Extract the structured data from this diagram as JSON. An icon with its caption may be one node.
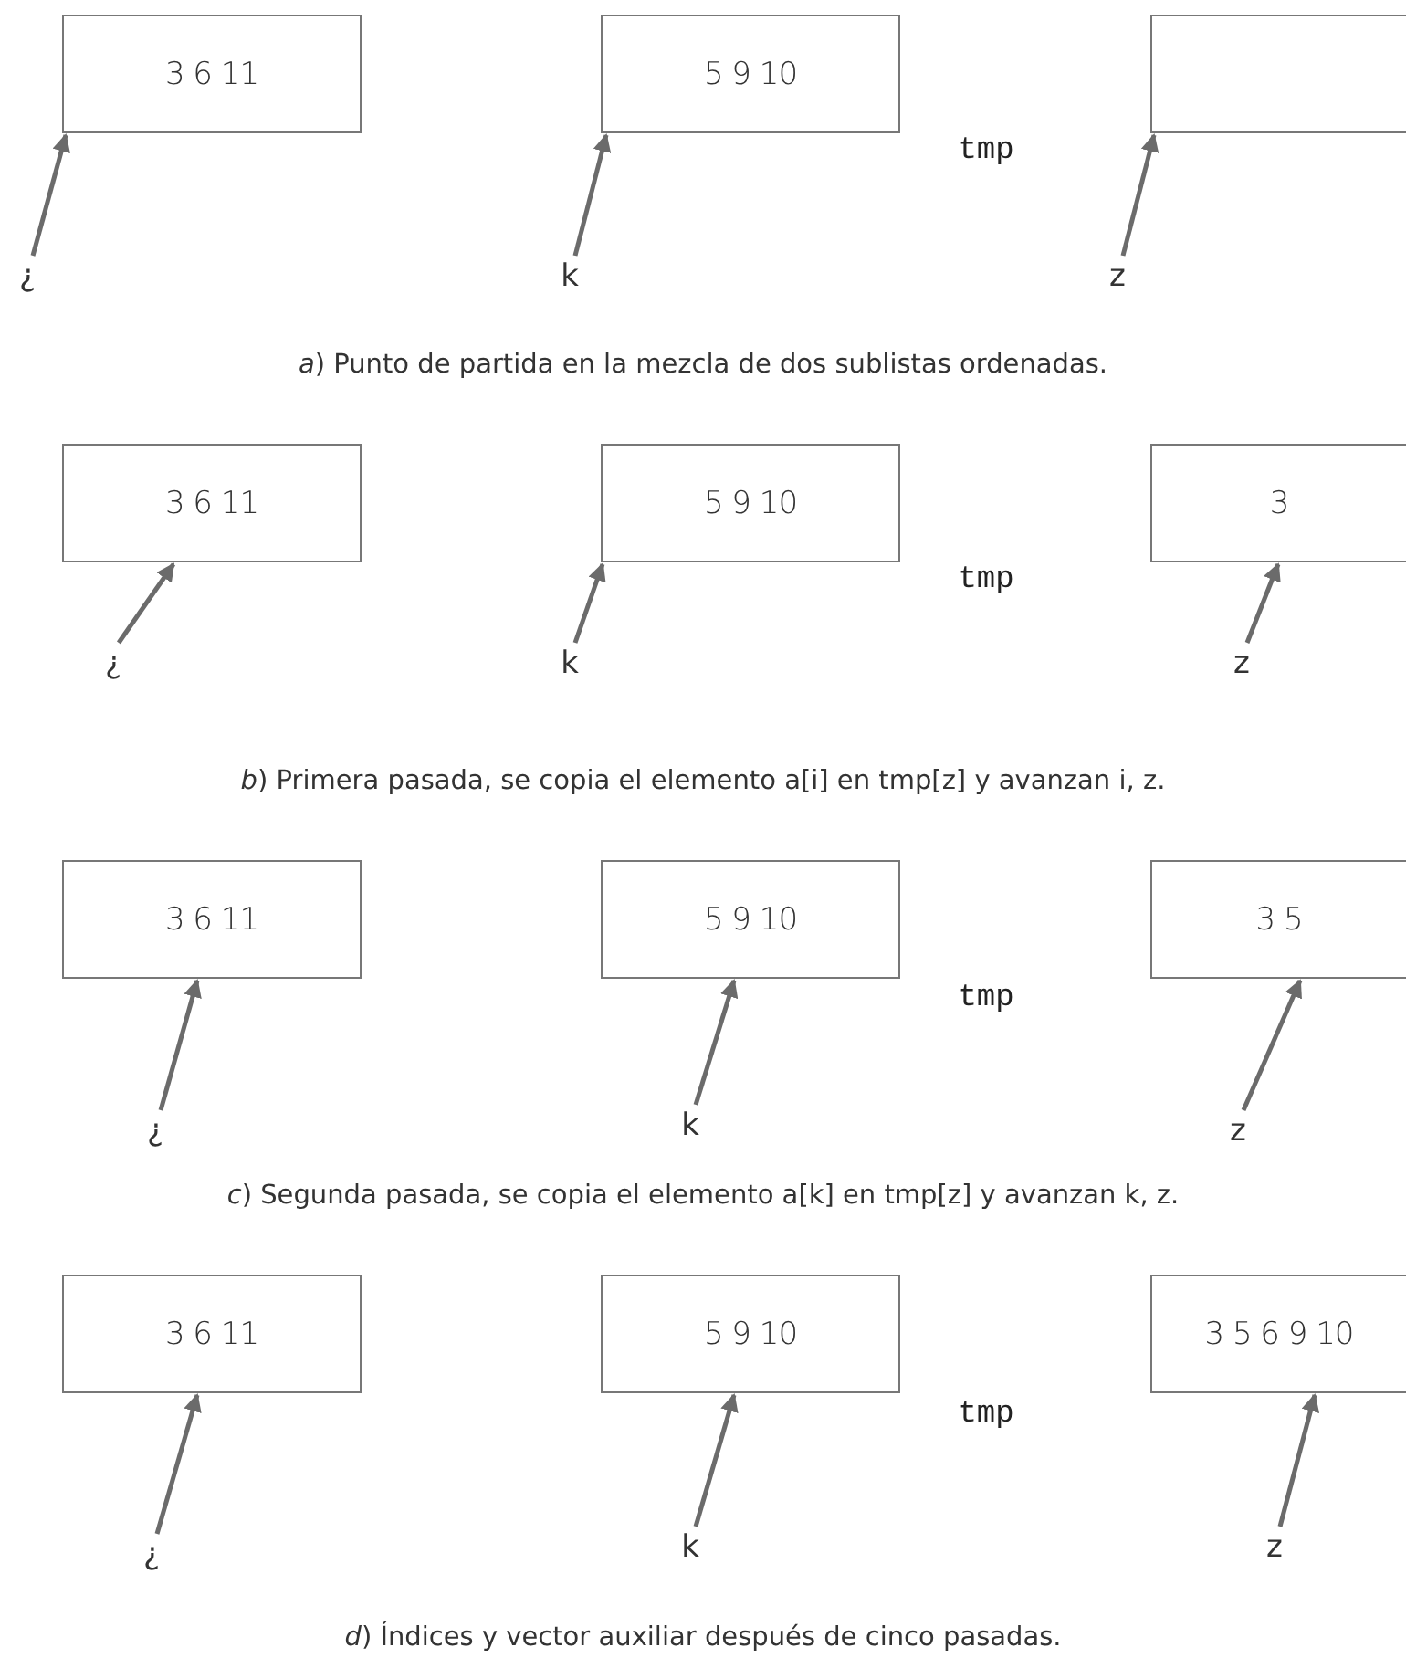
{
  "diagram": {
    "nodes": [
      {
        "text": [
          "3 6 11"
        ]
      },
      {
        "text": [
          "5 9 10"
        ]
      },
      {
        "text": [],
        "shape": "box"
      },
      {
        "text": [
          "¿"
        ]
      },
      {
        "text": [
          "k"
        ]
      },
      {
        "text": [
          "z"
        ]
      },
      {
        "text": [
          "3 6 11"
        ]
      },
      {
        "text": [
          "5 9 10"
        ]
      },
      {
        "text": [
          "3"
        ]
      },
      {
        "text": [
          "¿"
        ]
      },
      {
        "text": [
          "k"
        ]
      },
      {
        "text": [
          "z"
        ]
      },
      {
        "text": [
          "3 6 11"
        ]
      },
      {
        "text": [
          "5 9 10"
        ]
      },
      {
        "text": [
          "3 5"
        ]
      },
      {
        "text": [
          "¿"
        ]
      },
      {
        "text": [
          "k"
        ]
      },
      {
        "text": [
          "z"
        ]
      },
      {
        "text": [
          "3 6 11"
        ]
      },
      {
        "text": [
          "5 9 10"
        ]
      },
      {
        "text": [
          "3 5 6 9 10"
        ]
      },
      {
        "text": [
          "¿"
        ]
      },
      {
        "text": [
          "k"
        ]
      },
      {
        "text": [
          "z"
        ]
      }
    ],
    "edges": [
      {
        "from": 3,
        "to": 0,
        "arrow": "to"
      },
      {
        "from": 4,
        "to": 1,
        "arrow": "to"
      },
      {
        "from": 5,
        "to": 2,
        "arrow": "to"
      },
      {
        "from": 9,
        "to": 6,
        "arrow": "to"
      },
      {
        "from": 10,
        "to": 7,
        "arrow": "to"
      },
      {
        "from": 11,
        "to": 8,
        "arrow": "to"
      },
      {
        "from": 15,
        "to": 12,
        "arrow": "to"
      },
      {
        "from": 16,
        "to": 13,
        "arrow": "to"
      },
      {
        "from": 17,
        "to": 14,
        "arrow": "to"
      },
      {
        "from": 21,
        "to": 18,
        "arrow": "to"
      },
      {
        "from": 22,
        "to": 19,
        "arrow": "to"
      },
      {
        "from": 23,
        "to": 20,
        "arrow": "to"
      }
    ],
    "labels": [
      "tmp",
      "*a*) Punto de partida en la mezcla de dos sublistas ordenadas.",
      "tmp",
      "*b*) Primera pasada, se copia el elemento a[i] en tmp[z] y avanzan i, z.",
      "tmp",
      "*c*) Segunda pasada, se copia el elemento a[k] en tmp[z] y avanzan k, z.",
      "tmp",
      "*d*) Índices y vector auxiliar después de cinco pasadas."
    ]
  }
}
